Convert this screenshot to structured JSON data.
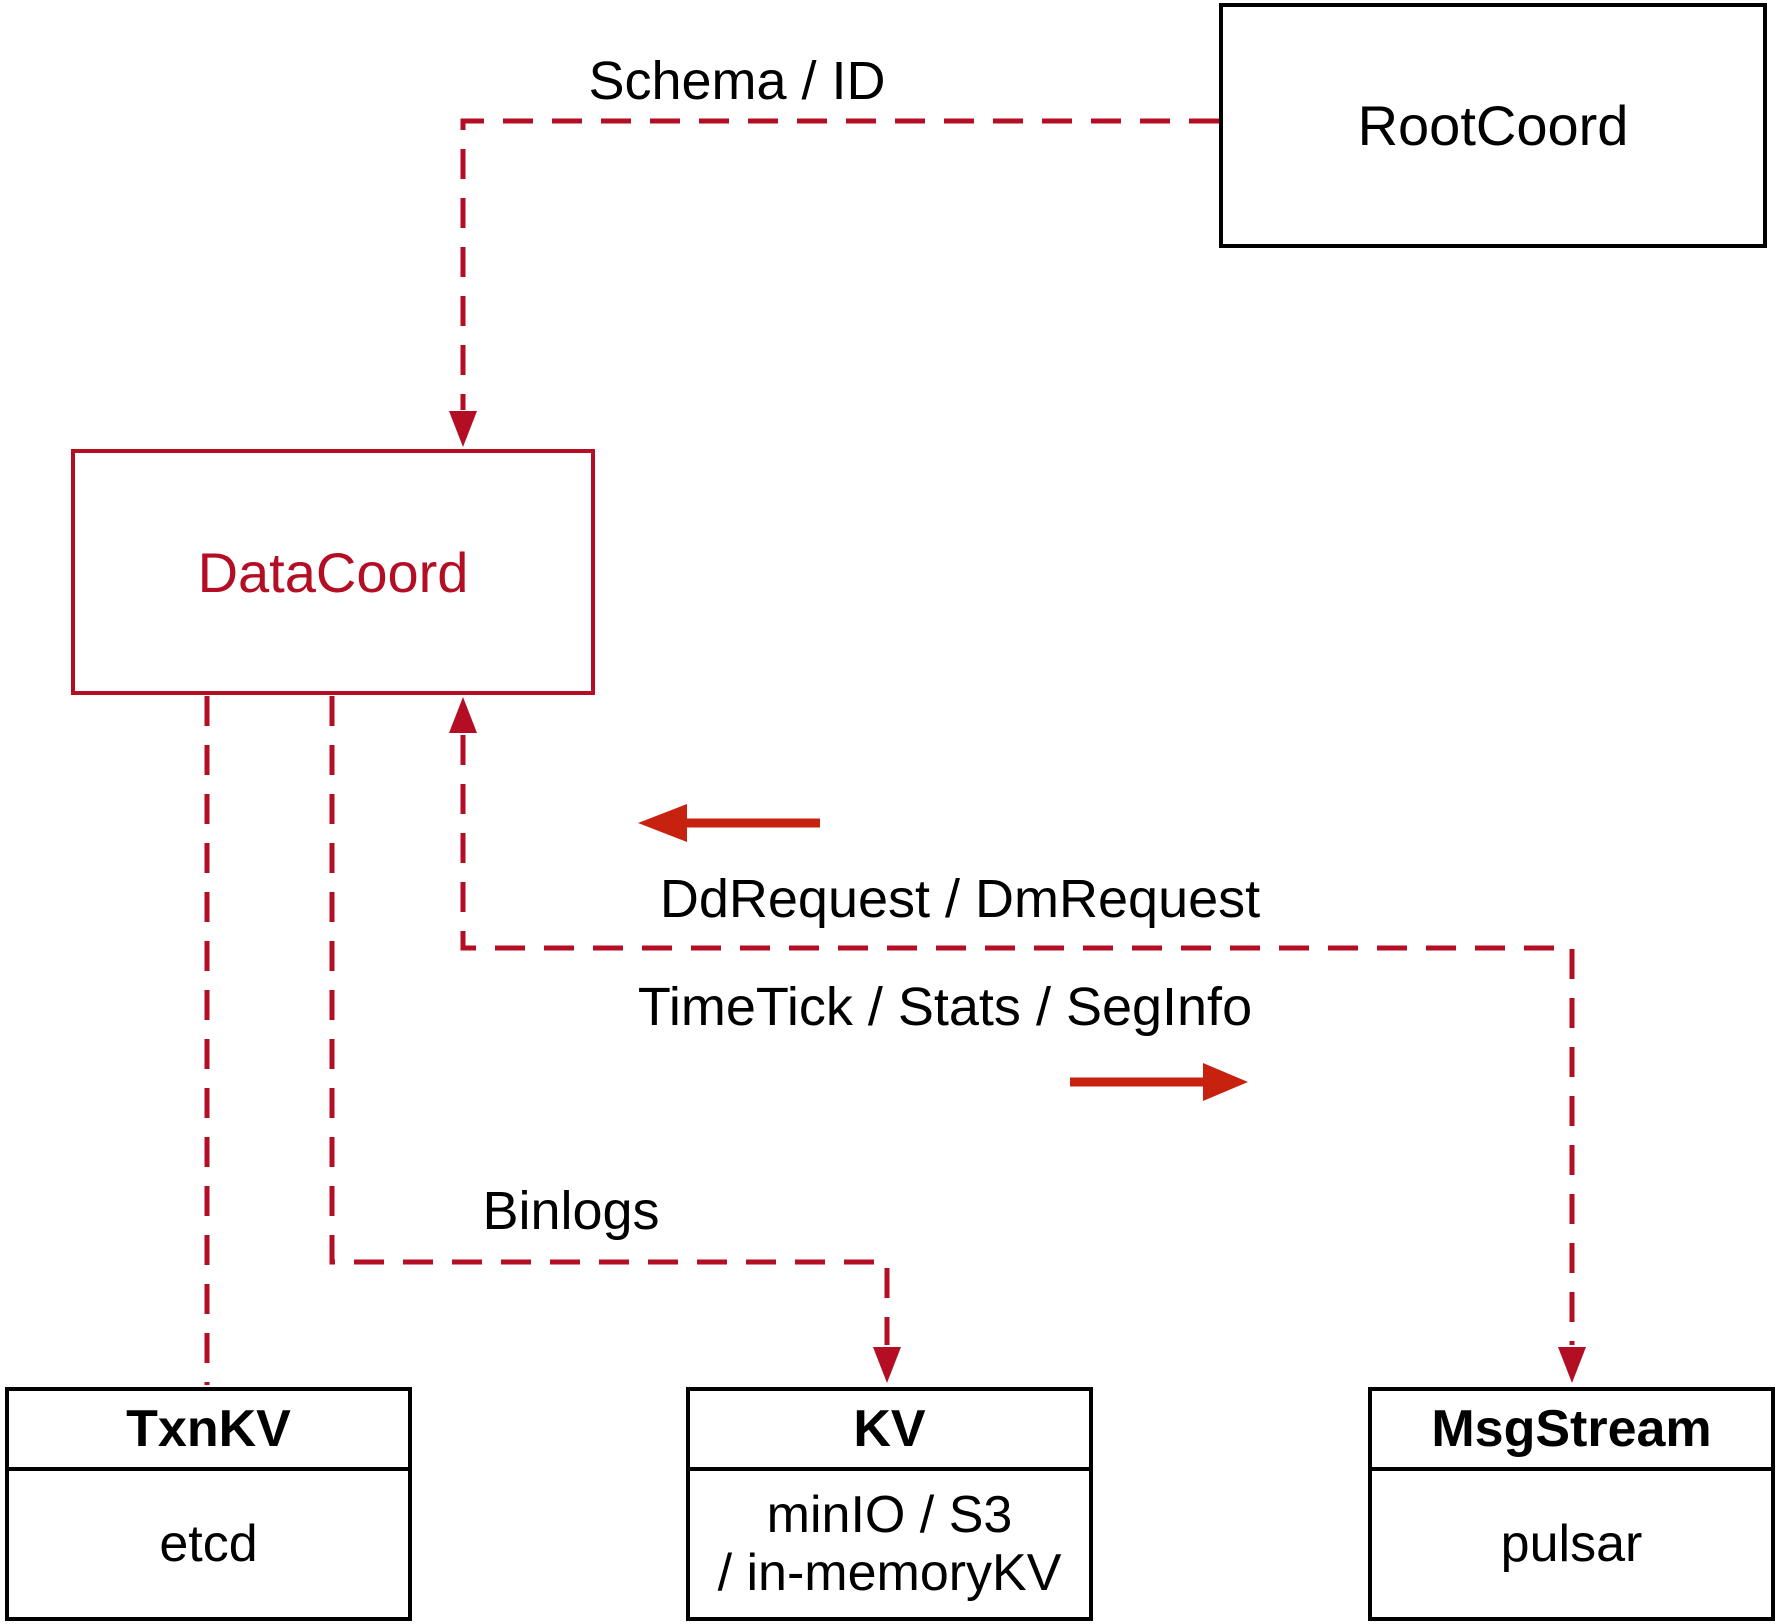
{
  "diagram": {
    "nodes": {
      "rootcoord": {
        "label": "RootCoord"
      },
      "datacoord": {
        "label": "DataCoord"
      },
      "txnkv": {
        "title": "TxnKV",
        "body": "etcd"
      },
      "kv": {
        "title": "KV",
        "body_line1": "minIO / S3",
        "body_line2": "/ in-memoryKV"
      },
      "msgstream": {
        "title": "MsgStream",
        "body": "pulsar"
      }
    },
    "edges": {
      "schema_id": {
        "label": "Schema / ID",
        "from": "RootCoord",
        "to": "DataCoord",
        "style": "dashed-arrow"
      },
      "ddrequest": {
        "label": "DdRequest / DmRequest",
        "from": "MsgStream",
        "to": "DataCoord",
        "style": "dashed-arrow"
      },
      "timetick": {
        "label": "TimeTick / Stats / SegInfo",
        "from": "DataCoord",
        "to": "MsgStream",
        "style": "dashed-arrow"
      },
      "binlogs": {
        "label": "Binlogs",
        "from": "DataCoord",
        "to": "KV",
        "style": "dashed-arrow"
      },
      "txnkv_link": {
        "label": "",
        "from": "DataCoord",
        "to": "TxnKV",
        "style": "dashed"
      }
    }
  },
  "colors": {
    "connector": "#b30e23",
    "arrow": "#c7220f",
    "border": "#000000",
    "text": "#000000",
    "background": "#ffffff"
  }
}
